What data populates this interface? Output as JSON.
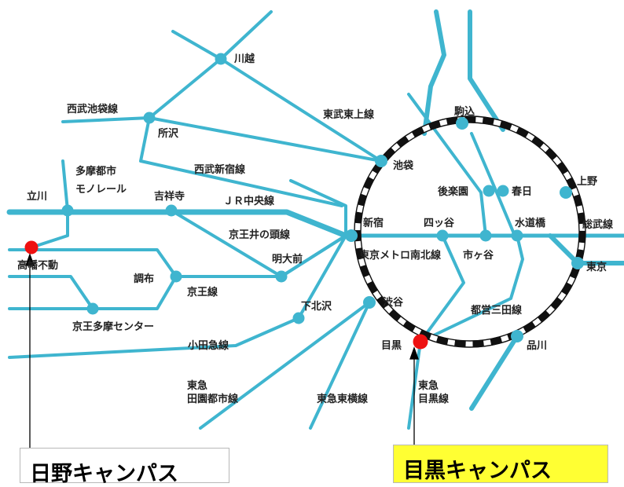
{
  "lines": {
    "seibu_ikebukuro": "西武池袋線",
    "tobu_tojo": "東武東上線",
    "seibu_shinjuku": "西武新宿線",
    "jr_chuo": "ＪＲ中央線",
    "keio_inokashira": "京王井の頭線",
    "keio": "京王線",
    "odakyu": "小田急線",
    "tokyu_denentoshi_1": "東急",
    "tokyu_denentoshi_2": "田園都市線",
    "tokyu_toyoko": "東急東横線",
    "tokyu_meguro_1": "東急",
    "tokyu_meguro_2": "目黒線",
    "namboku": "東京メトロ南北線",
    "mita": "都営三田線",
    "sobu": "総武線",
    "monorail_1": "多摩都市",
    "monorail_2": "モノレール"
  },
  "stations": {
    "kawagoe": "川越",
    "tokorozawa": "所沢",
    "tachikawa": "立川",
    "kichijoji": "吉祥寺",
    "takahata_fudo": "高幡不動",
    "chofu": "調布",
    "keio_tama_center": "京王多摩センター",
    "meidaimae": "明大前",
    "shimokitazawa": "下北沢",
    "shinjuku": "新宿",
    "ikebukuro": "池袋",
    "komagome": "駒込",
    "korakuen": "後楽園",
    "kasuga": "春日",
    "ueno": "上野",
    "yotsuya": "四ッ谷",
    "suidobashi": "水道橋",
    "ichigaya": "市ヶ谷",
    "tokyo": "東京",
    "shibuya": "渋谷",
    "meguro": "目黒",
    "shinagawa": "品川"
  },
  "callouts": {
    "hino_campus": "日野キャンパス",
    "meguro_campus": "目黒キャンパス"
  },
  "colors": {
    "line": "#3fb5cf",
    "station": "#3fb5cf",
    "campus_station": "#ee1111",
    "yamanote_dash": "#111111",
    "meguro_callout_bg": "#ffff33"
  }
}
